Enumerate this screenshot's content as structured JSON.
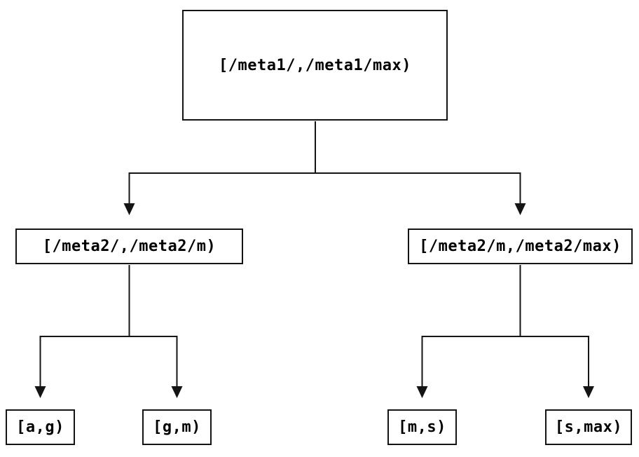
{
  "diagram": {
    "type": "tree",
    "direction": "top-down",
    "nodes": {
      "root": {
        "id": "root",
        "label": "[/meta1/,/meta1/max)"
      },
      "children": [
        {
          "id": "meta2-low",
          "label": "[/meta2/,/meta2/m)"
        },
        {
          "id": "meta2-high",
          "label": "[/meta2/m,/meta2/max)"
        }
      ],
      "leaves": [
        {
          "id": "leaf-ag",
          "label": "[a,g)"
        },
        {
          "id": "leaf-gm",
          "label": "[g,m)"
        },
        {
          "id": "leaf-ms",
          "label": "[m,s)"
        },
        {
          "id": "leaf-smax",
          "label": "[s,max)"
        }
      ]
    },
    "edges": [
      {
        "from": "root",
        "to": "meta2-low"
      },
      {
        "from": "root",
        "to": "meta2-high"
      },
      {
        "from": "meta2-low",
        "to": "leaf-ag"
      },
      {
        "from": "meta2-low",
        "to": "leaf-gm"
      },
      {
        "from": "meta2-high",
        "to": "leaf-ms"
      },
      {
        "from": "meta2-high",
        "to": "leaf-smax"
      }
    ],
    "colors": {
      "line": "#141414",
      "box_border": "#141414",
      "text": "#000000",
      "background": "#ffffff"
    }
  }
}
